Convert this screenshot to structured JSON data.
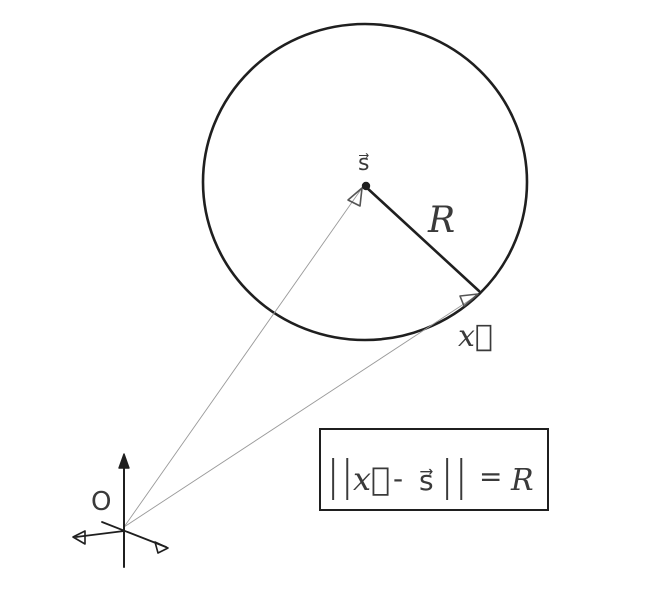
{
  "labels": {
    "center_point": "s⃗",
    "radius": "R",
    "circle_point": "x⃗",
    "origin": "O"
  },
  "equation": {
    "left_bars": "||",
    "vector_x": "x⃗",
    "minus": "-",
    "vector_s": "s⃗",
    "right_bars": "||",
    "equals": "=",
    "rhs": "R"
  },
  "colors": {
    "ink": "#1f1f1f",
    "thin_line": "#9a9a9a",
    "background": "#ffffff"
  }
}
